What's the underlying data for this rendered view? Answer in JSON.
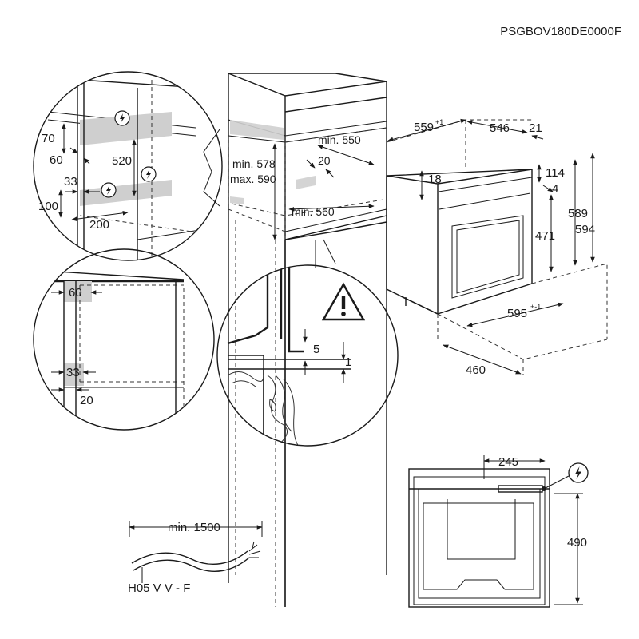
{
  "model_code": "PSGBOV180DE0000F",
  "cabinet_dims": {
    "min_578": "min. 578",
    "max_590": "max. 590",
    "min_550": "min. 550",
    "min_560": "min. 560",
    "d_20": "20"
  },
  "oven_dims": {
    "d_559": "559",
    "d_559_sup": "+1",
    "d_546": "546",
    "d_21": "21",
    "d_18": "18",
    "d_114": "114",
    "d_4": "4",
    "d_471": "471",
    "d_589": "589",
    "d_594": "594",
    "d_595": "595",
    "d_595_sup": "+-1",
    "d_460": "460"
  },
  "detail_top": {
    "d_70": "70",
    "d_60": "60",
    "d_520": "520",
    "d_33": "33",
    "d_100": "100",
    "d_200": "200"
  },
  "detail_side": {
    "d_60": "60",
    "d_33": "33",
    "d_20": "20"
  },
  "detail_gap": {
    "d_5": "5",
    "d_1": "1"
  },
  "cable": {
    "length": "min. 1500",
    "type": "H05 V V - F"
  },
  "back_view": {
    "d_245": "245",
    "d_490": "490"
  },
  "icons": [
    "lightning-icon",
    "warning-triangle-icon"
  ],
  "colors": {
    "line": "#1a1a1a",
    "shade": "#cfcfcf"
  }
}
